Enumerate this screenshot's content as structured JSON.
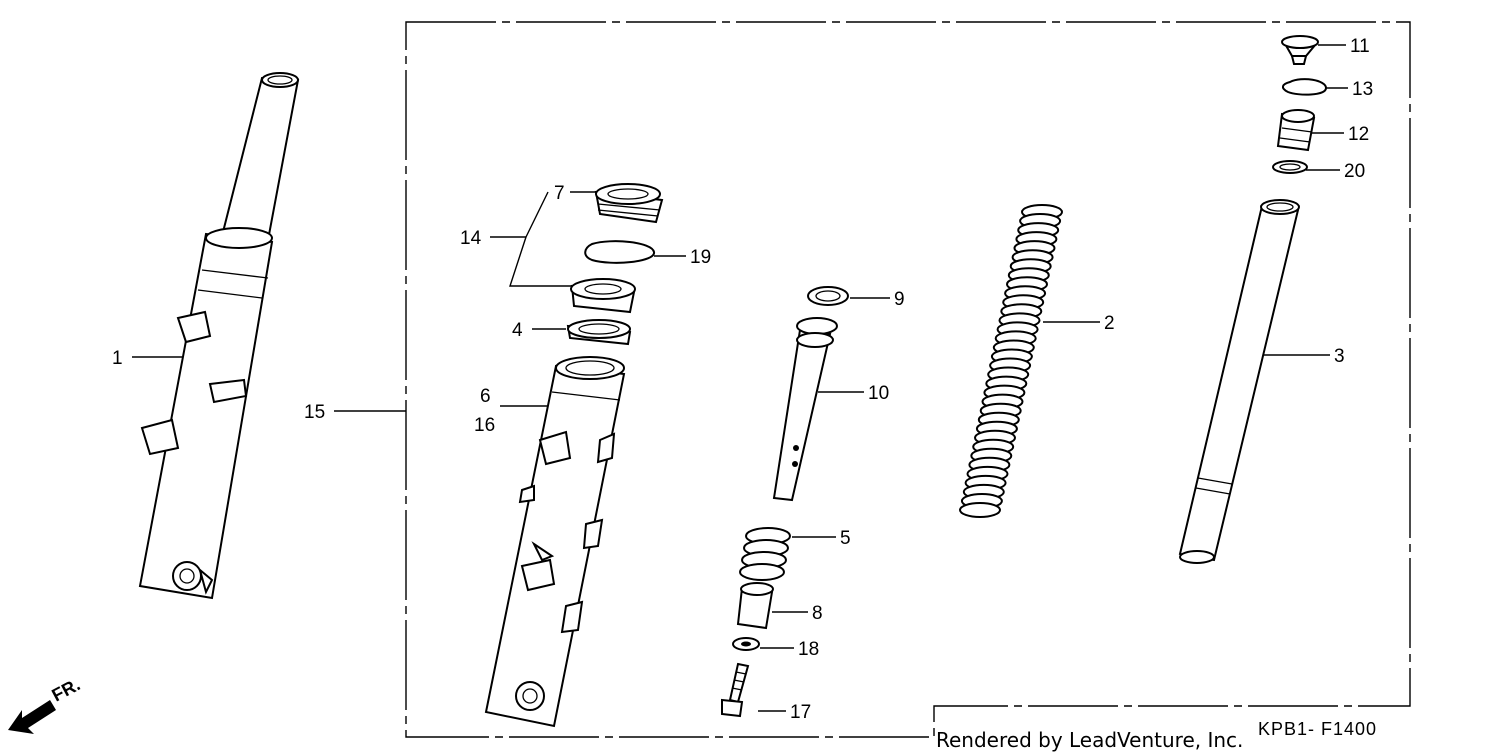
{
  "callouts": {
    "p1": "1",
    "p2": "2",
    "p3": "3",
    "p4": "4",
    "p5": "5",
    "p6": "6",
    "p7": "7",
    "p8": "8",
    "p9": "9",
    "p10": "10",
    "p11": "11",
    "p12": "12",
    "p13": "13",
    "p14": "14",
    "p15": "15",
    "p16": "16",
    "p17": "17",
    "p18": "18",
    "p19": "19",
    "p20": "20"
  },
  "footer": {
    "credit": "Rendered by LeadVenture, Inc.",
    "diagram_code": "KPB1- F1400"
  },
  "direction_marker": "FR."
}
